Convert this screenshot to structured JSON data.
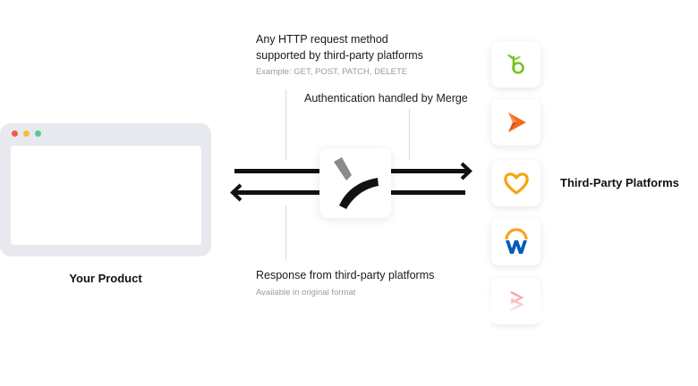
{
  "product": {
    "label": "Your Product"
  },
  "request": {
    "line1": "Any HTTP request method",
    "line2": "supported by third-party platforms",
    "example": "Example: GET, POST, PATCH, DELETE"
  },
  "auth": {
    "label": "Authentication handled by Merge"
  },
  "response": {
    "label": "Response from third-party platforms",
    "sub": "Available in original format"
  },
  "platforms": {
    "label": "Third-Party Platforms",
    "icons": [
      "bamboohr-icon",
      "bullhorn-icon",
      "heart-icon",
      "workday-icon",
      "zigzag-icon"
    ]
  },
  "colors": {
    "window_bg": "#e8e9ee",
    "dot_red": "#f0594f",
    "dot_yellow": "#f5be3f",
    "dot_green": "#56cc8a",
    "arrow": "#111111",
    "bamboo": "#73c41d",
    "bullhorn": "#f26c22",
    "heart": "#f3a712",
    "workday_blue": "#005cb9",
    "workday_orange": "#f5a623",
    "zigzag": "#f26a6a"
  }
}
